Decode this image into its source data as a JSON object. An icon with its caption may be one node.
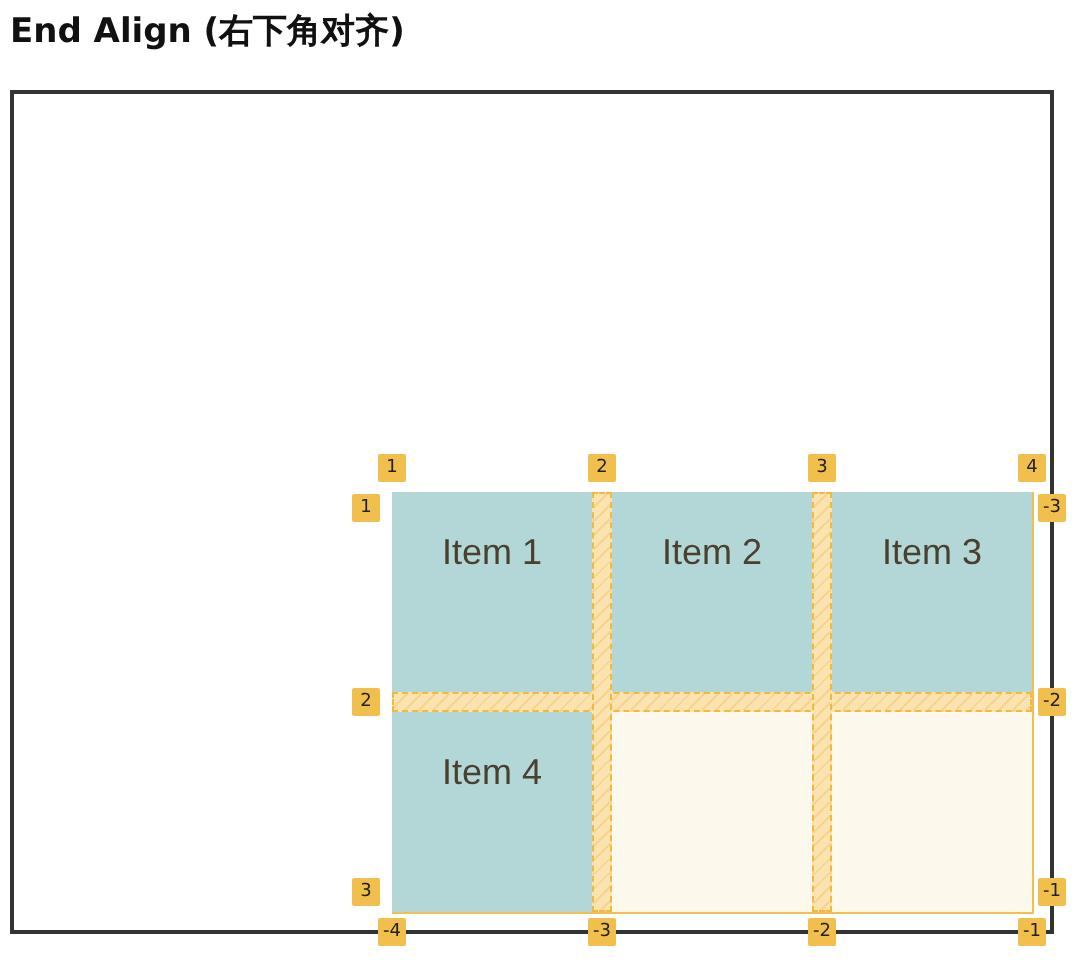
{
  "diagram": {
    "title": "End Align (右下角对齐)",
    "nodes": [
      {
        "text": [],
        "shape": "box"
      },
      {
        "text": [],
        "shape": "box",
        "in": 0
      },
      {
        "text": [
          "Item 1"
        ],
        "in": 1
      },
      {
        "text": [
          "Item 2"
        ],
        "in": 1
      },
      {
        "text": [
          "Item 3"
        ],
        "in": 1
      },
      {
        "text": [
          "Item 4"
        ],
        "in": 1
      }
    ],
    "labels": [
      "1",
      "2",
      "3",
      "4",
      "1",
      "-3",
      "2",
      "-2",
      "3",
      "-1",
      "-4",
      "-3",
      "-2",
      "-1"
    ]
  }
}
